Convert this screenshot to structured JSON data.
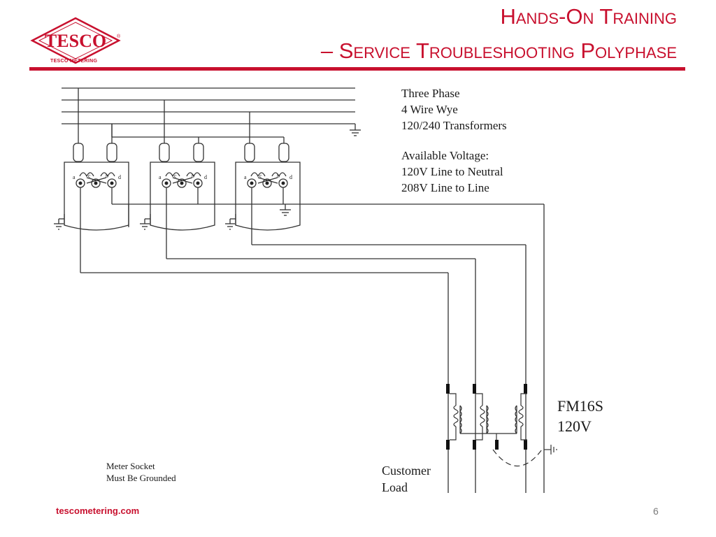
{
  "header": {
    "logo_text": "TESCO",
    "logo_subtext": "TESCO METERING",
    "title_line1": "Hands-On Training",
    "title_line2": "– Service Troubleshooting Polyphase"
  },
  "diagram": {
    "info_lines": [
      "Three Phase",
      "4 Wire Wye",
      "120/240 Transformers"
    ],
    "voltage_lines": [
      "Available Voltage:",
      "120V Line to Neutral",
      "208V Line to Line"
    ],
    "meter_lines": [
      "FM16S",
      "120V"
    ],
    "customer_load_lines": [
      "Customer",
      "Load"
    ],
    "socket_note_lines": [
      "Meter Socket",
      "Must Be Grounded"
    ],
    "terminal_labels": [
      "a",
      "c",
      "b",
      "d"
    ]
  },
  "footer": {
    "website": "tescometering.com",
    "page_number": "6"
  },
  "colors": {
    "brand_red": "#c8102e",
    "line": "#333333"
  }
}
